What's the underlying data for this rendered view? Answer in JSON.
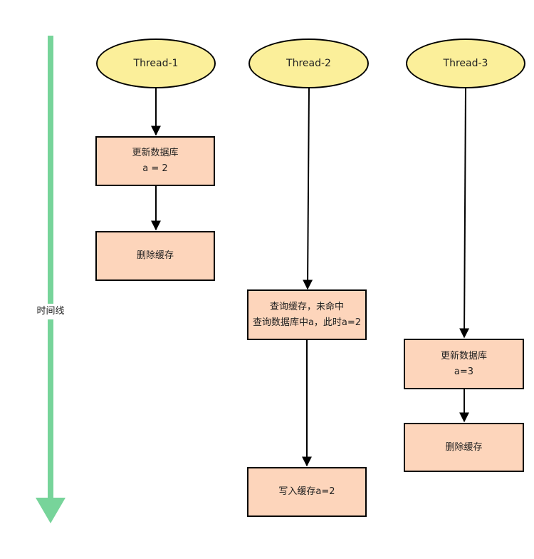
{
  "timeline": {
    "label": "时间线",
    "color": "#77d49a"
  },
  "colors": {
    "thread_fill": "#fbef9a",
    "step_fill": "#fdd5bb",
    "stroke": "#000000"
  },
  "threads": [
    {
      "name": "Thread-1",
      "steps": [
        {
          "lines": [
            "更新数据库",
            "a = 2"
          ]
        },
        {
          "lines": [
            "删除缓存"
          ]
        }
      ]
    },
    {
      "name": "Thread-2",
      "steps": [
        {
          "lines": [
            "查询缓存，未命中",
            "查询数据库中a，此时a=2"
          ]
        },
        {
          "lines": [
            "写入缓存a=2"
          ]
        }
      ]
    },
    {
      "name": "Thread-3",
      "steps": [
        {
          "lines": [
            "更新数据库",
            "a=3"
          ]
        },
        {
          "lines": [
            "删除缓存"
          ]
        }
      ]
    }
  ]
}
